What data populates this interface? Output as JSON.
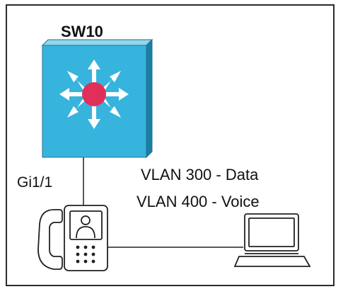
{
  "switch": {
    "name": "SW10",
    "port": "Gi1/1",
    "colors": {
      "front": "#37b4dd",
      "top": "#8ed7ef",
      "side": "#1a7ea6",
      "hub": "#e0305a",
      "arrows": "#ffffff"
    }
  },
  "vlans": {
    "data": "VLAN 300 - Data",
    "voice": "VLAN 400 - Voice"
  },
  "devices": {
    "phone_icon": "ip-phone-icon",
    "laptop_icon": "laptop-icon"
  }
}
